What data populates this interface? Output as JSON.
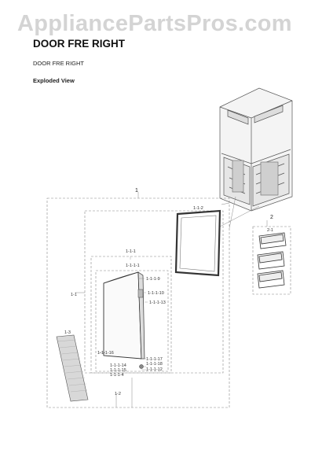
{
  "header": {
    "watermark": "AppliancePartsPros.com",
    "title": "DOOR FRE RIGHT",
    "subtitle": "DOOR FRE RIGHT",
    "view_label": "Exploded View"
  },
  "callouts": {
    "c1": "1",
    "c2": "2",
    "c1_1": "1-1",
    "c1_2": "1-2",
    "c1_3": "1-3",
    "c1_1_1": "1-1-1",
    "c1_1_2": "1-1-2",
    "c1_1_1_1": "1-1-1-1",
    "c1_1_1_9": "1-1-1-9",
    "c1_1_1_10": "1-1-1-10",
    "c1_1_1_13": "1-1-1-13",
    "c1_1_1_16": "1-1-1-16",
    "c1_1_1_17": "1-1-1-17",
    "c1_1_1_18": "1-1-1-18",
    "c1_1_1_12": "1-1-1-12",
    "c1_1_1_14": "1-1-1-14",
    "c1_1_1_15": "1-1-1-15",
    "c1_1_1_4": "1-1-1-4",
    "c2_1": "2-1"
  }
}
